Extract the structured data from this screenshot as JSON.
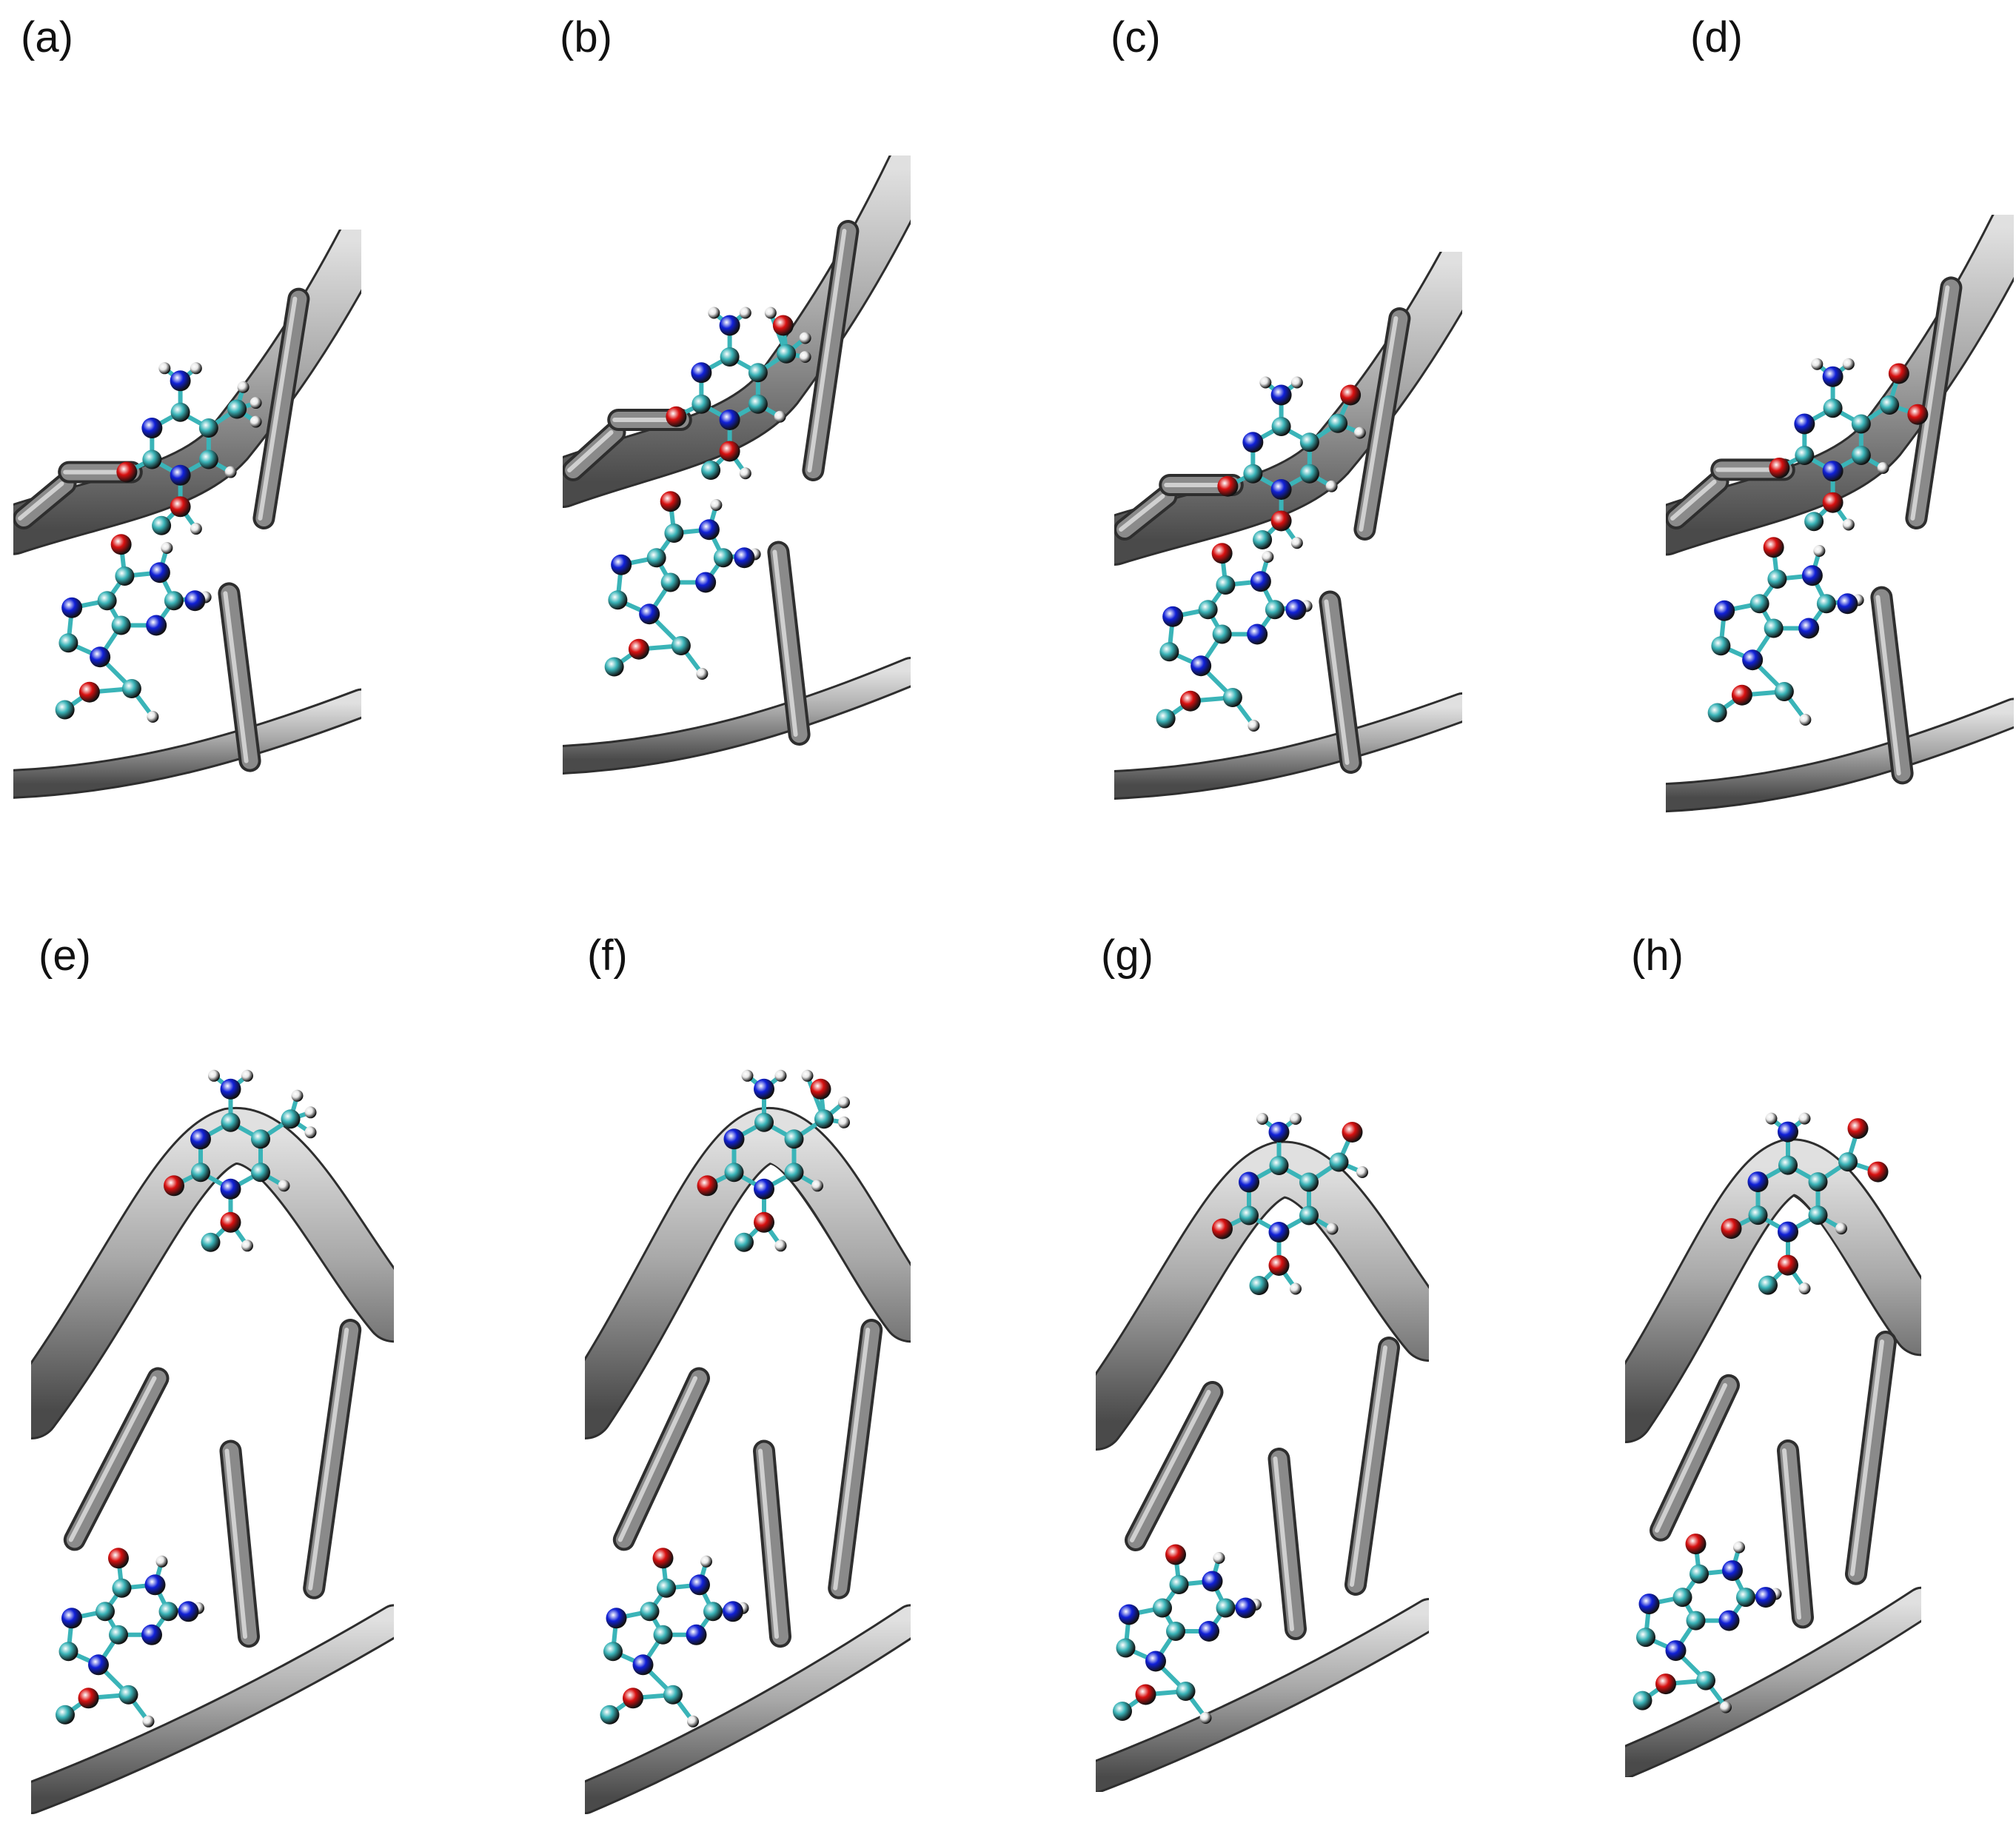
{
  "figure": {
    "panels": [
      {
        "id": "a",
        "label": "(a)",
        "side_group": "none",
        "orientation": "top"
      },
      {
        "id": "b",
        "label": "(b)",
        "side_group": "hydroxymethyl",
        "orientation": "top"
      },
      {
        "id": "c",
        "label": "(c)",
        "side_group": "formyl",
        "orientation": "top"
      },
      {
        "id": "d",
        "label": "(d)",
        "side_group": "carboxyl",
        "orientation": "top"
      },
      {
        "id": "e",
        "label": "(e)",
        "side_group": "none",
        "orientation": "bottom"
      },
      {
        "id": "f",
        "label": "(f)",
        "side_group": "hydroxymethyl",
        "orientation": "bottom"
      },
      {
        "id": "g",
        "label": "(g)",
        "side_group": "formyl",
        "orientation": "bottom"
      },
      {
        "id": "h",
        "label": "(h)",
        "side_group": "carboxyl",
        "orientation": "bottom"
      }
    ],
    "colors": {
      "carbon": "#3ab4b8",
      "nitrogen": "#1020d8",
      "oxygen": "#d81010",
      "hydrogen": "#e8e8e8",
      "backbone_dark": "#4a4a4a",
      "backbone_light": "#a8a8a8",
      "bond": "#3ab4b8"
    }
  }
}
